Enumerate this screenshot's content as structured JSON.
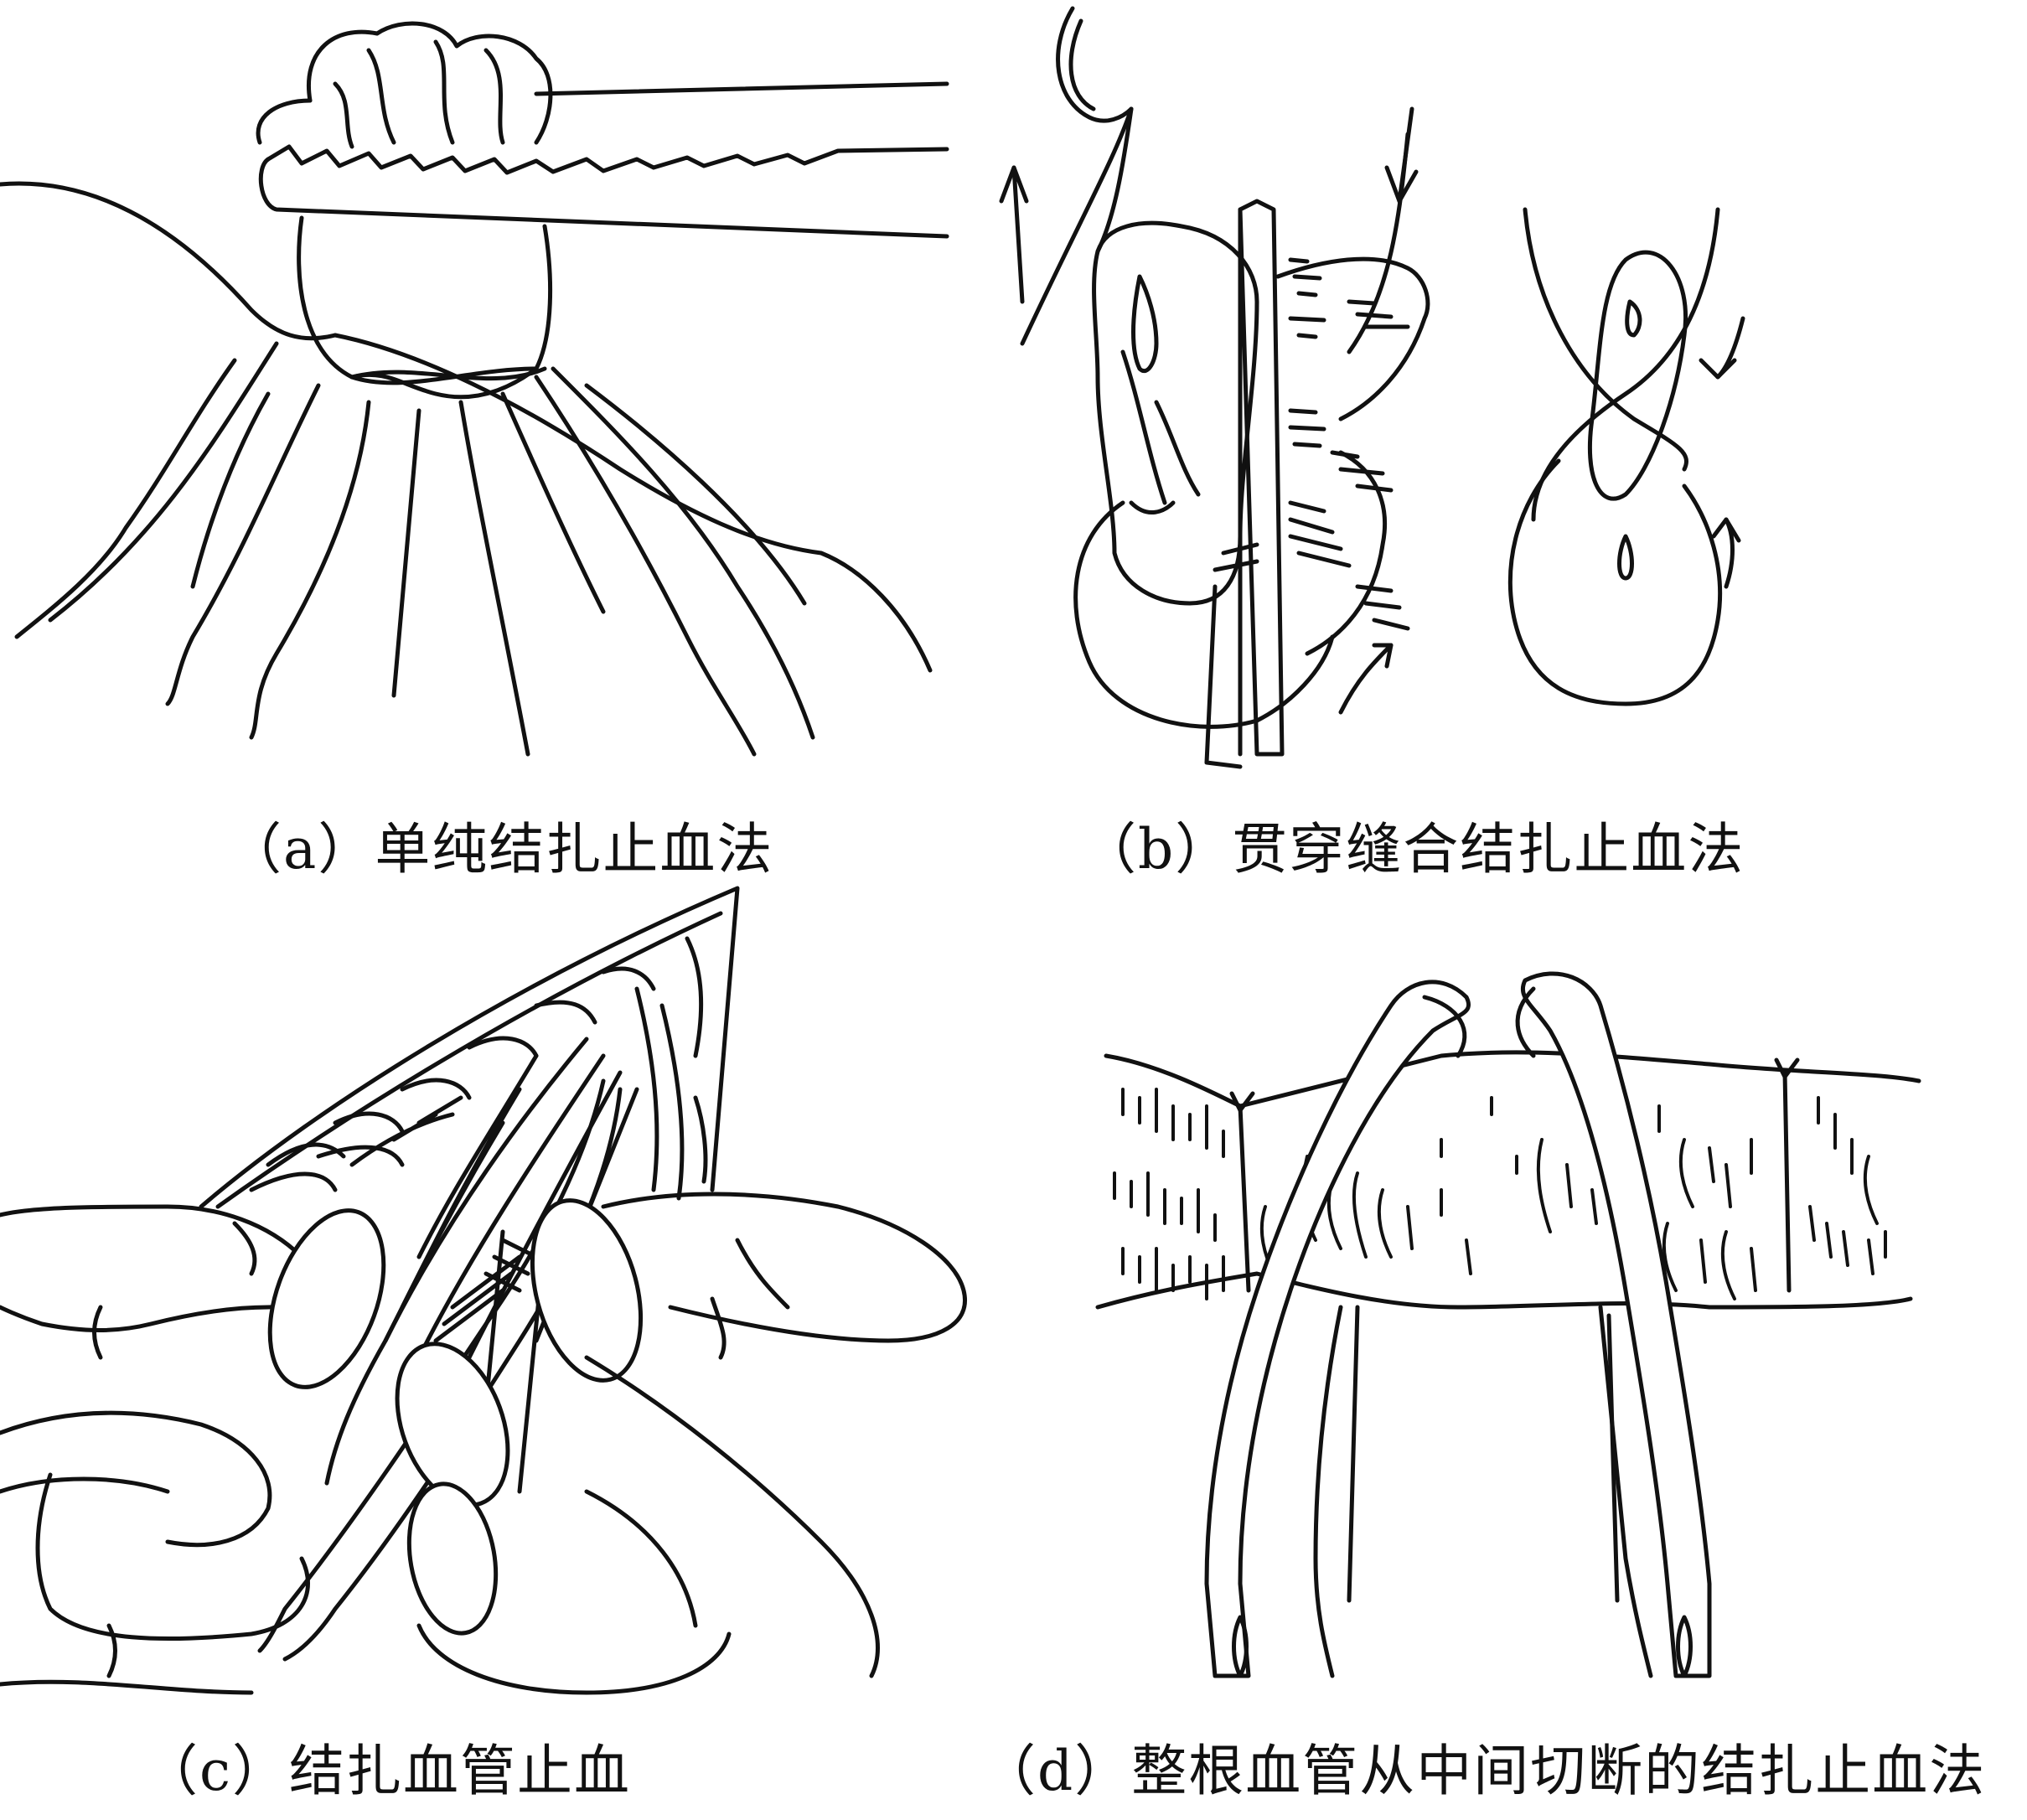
{
  "figure": {
    "panels": [
      {
        "id": "a",
        "caption": "（a）单纯结扎止血法",
        "illustration": "simple-ligation-drawing"
      },
      {
        "id": "b",
        "caption": "（b）贯穿缝合结扎止血法",
        "illustration": "transfixion-suture-drawing"
      },
      {
        "id": "c",
        "caption": "（c）结扎血管止血",
        "illustration": "vessel-ligation-drawing"
      },
      {
        "id": "d",
        "caption": "（d）整根血管从中间切断的结扎止血法",
        "illustration": "vessel-division-ligation-drawing"
      }
    ],
    "colors": {
      "ink": "#111111",
      "background": "#ffffff"
    }
  }
}
